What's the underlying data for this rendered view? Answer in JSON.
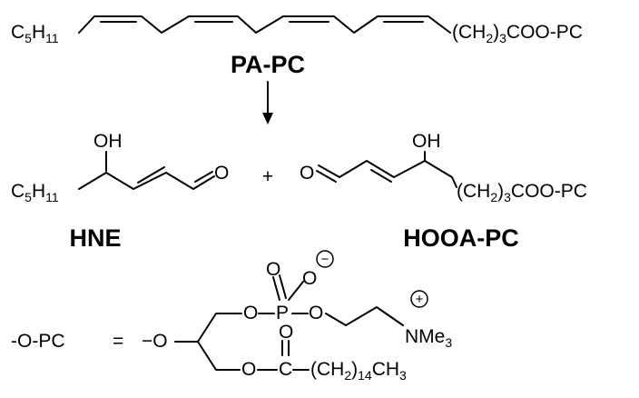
{
  "reactant": {
    "left_group": {
      "base": "C",
      "sub1": "5",
      "mid": "H",
      "sub2": "11"
    },
    "right_group": {
      "pre": "(CH",
      "sub1": "2",
      "mid": ")",
      "sub2": "3",
      "post": "COO-PC"
    },
    "name": "PA-PC"
  },
  "product_hne": {
    "hydroxyl": "OH",
    "left_group": {
      "base": "C",
      "sub1": "5",
      "mid": "H",
      "sub2": "11"
    },
    "aldehyde_o": "O",
    "name": "HNE"
  },
  "plus": "+",
  "product_hooa": {
    "aldehyde_o": "O",
    "hydroxyl": "OH",
    "right_group": {
      "pre": "(CH",
      "sub1": "2",
      "mid": ")",
      "sub2": "3",
      "post": "COO-PC"
    },
    "name": "HOOA-PC"
  },
  "pc_definition": {
    "lhs": "-O-PC",
    "equals": "=",
    "attach": "−O",
    "o_top": "O",
    "o_mid": "O",
    "o_bottom": "O",
    "p": "P",
    "o_after_p": "O",
    "o_double": "O",
    "o_minus": "O",
    "minus_sign": "−",
    "c_carbonyl": "C",
    "ammonium": {
      "base": "NMe",
      "sub": "3"
    },
    "plus_sign": "+",
    "acyl": {
      "pre": "(CH",
      "sub1": "2",
      "mid": ")",
      "sub2": "14",
      "post": "CH",
      "sub3": "3"
    }
  }
}
